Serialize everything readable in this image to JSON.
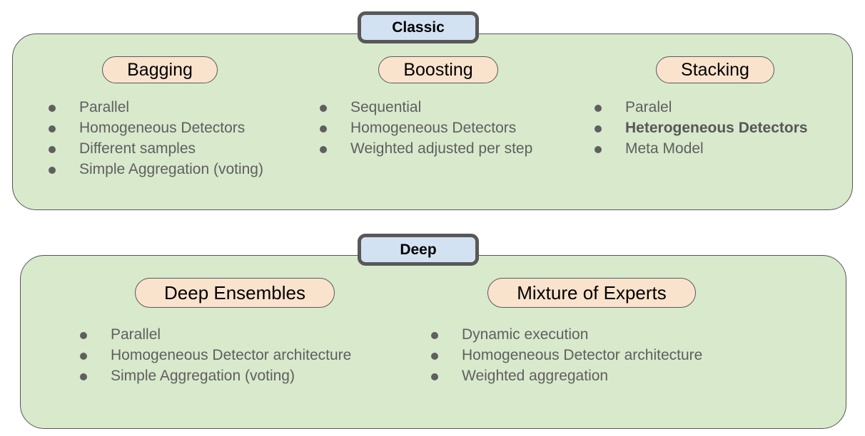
{
  "sections": [
    {
      "tab_label": "Classic",
      "columns": [
        {
          "title": "Bagging",
          "bullets": [
            {
              "text": "Parallel",
              "bold": false
            },
            {
              "text": "Homogeneous Detectors",
              "bold": false
            },
            {
              "text": "Different samples",
              "bold": false
            },
            {
              "text": "Simple Aggregation (voting)",
              "bold": false
            }
          ]
        },
        {
          "title": "Boosting",
          "bullets": [
            {
              "text": "Sequential",
              "bold": false
            },
            {
              "text": "Homogeneous Detectors",
              "bold": false
            },
            {
              "text": "Weighted adjusted per step",
              "bold": false
            }
          ]
        },
        {
          "title": "Stacking",
          "bullets": [
            {
              "text": "Paralel",
              "bold": false
            },
            {
              "text": "Heterogeneous Detectors",
              "bold": true
            },
            {
              "text": "Meta Model",
              "bold": false
            }
          ]
        }
      ]
    },
    {
      "tab_label": "Deep",
      "columns": [
        {
          "title": "Deep Ensembles",
          "bullets": [
            {
              "text": "Parallel",
              "bold": false
            },
            {
              "text": "Homogeneous Detector architecture",
              "bold": false
            },
            {
              "text": "Simple Aggregation (voting)",
              "bold": false
            }
          ]
        },
        {
          "title": "Mixture of Experts",
          "bullets": [
            {
              "text": "Dynamic execution",
              "bold": false
            },
            {
              "text": "Homogeneous Detector architecture",
              "bold": false
            },
            {
              "text": "Weighted aggregation",
              "bold": false
            }
          ]
        }
      ]
    }
  ],
  "colors": {
    "panel_fill": "#d9e9cc",
    "panel_border": "#565656",
    "tab_fill": "#d3e2f2",
    "tab_border": "#585858",
    "pill_fill": "#fae3cd",
    "pill_border": "#5a5a5a",
    "text_gray": "#5f5f5f",
    "text_black": "#000000"
  }
}
